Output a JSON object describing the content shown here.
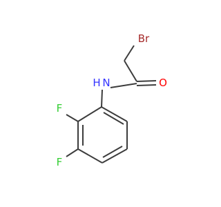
{
  "molecule": {
    "atoms": {
      "bromine": {
        "symbol": "Br",
        "color": "#a52a2a"
      },
      "oxygen": {
        "symbol": "O",
        "color": "#ff0000"
      },
      "nitrogen": {
        "symbol": "H",
        "color": "#3333ff"
      },
      "fluorine_top": {
        "symbol": "F",
        "color": "#32cd32"
      },
      "fluorine_bottom": {
        "symbol": "F",
        "color": "#32cd32"
      }
    },
    "amine_label": "N",
    "bond_color": "#3c3c3c"
  }
}
